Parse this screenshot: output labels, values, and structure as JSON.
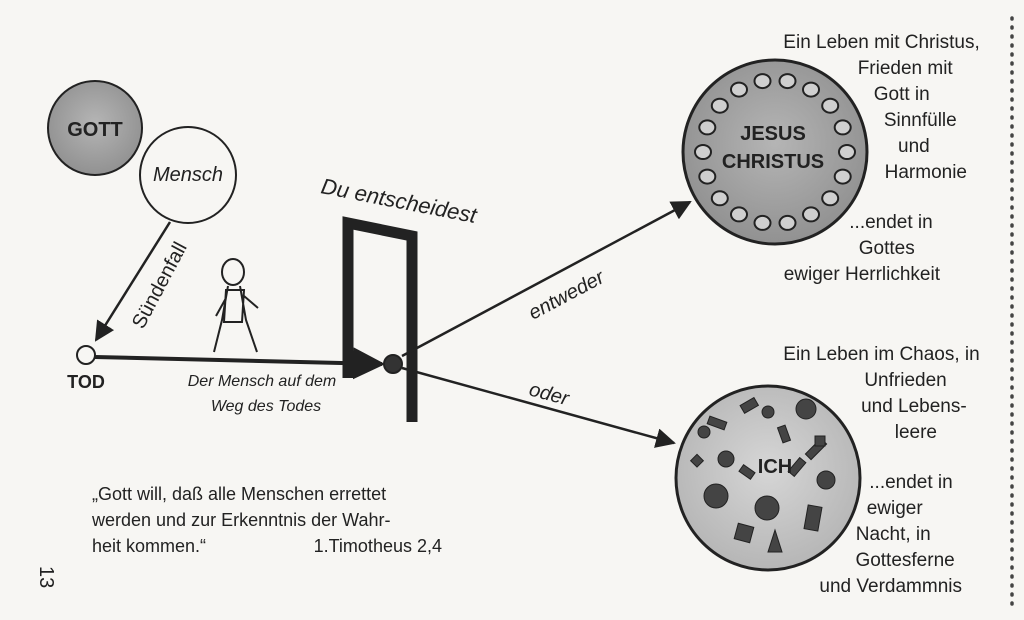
{
  "nodes": {
    "gott": "GOTT",
    "mensch": "Mensch",
    "tod": "TOD",
    "jesus_line1": "JESUS",
    "jesus_line2": "CHRISTUS",
    "ich": "ICH"
  },
  "edges": {
    "suendenfall": "Sündenfall",
    "path_line1": "Der Mensch auf dem",
    "path_line2": "Weg des Todes",
    "door": "Du entscheidest",
    "entweder": "entweder",
    "oder": "oder"
  },
  "outcomes": {
    "christ_lines": [
      "Ein Leben mit Christus,",
      "Frieden mit",
      "Gott in",
      "Sinnfülle",
      "und",
      "Harmonie"
    ],
    "christ_end_lines": [
      "...endet in",
      "Gottes",
      "ewiger Herrlichkeit"
    ],
    "chaos_lines": [
      "Ein Leben im Chaos, in",
      "Unfrieden",
      "und Lebens-",
      "leere"
    ],
    "chaos_end_lines": [
      "...endet in",
      "ewiger",
      "Nacht, in",
      "Gottesferne",
      "und Verdammnis"
    ]
  },
  "quote": {
    "lines": [
      "„Gott will, daß alle Menschen errettet",
      "werden und zur Erkenntnis der Wahr-",
      "heit kommen.“"
    ],
    "reference": "1.Timotheus 2,4"
  },
  "page_number": "13",
  "colors": {
    "ink": "#222222",
    "paper": "#f7f6f3",
    "circle_gray": "#9a9a9a"
  }
}
